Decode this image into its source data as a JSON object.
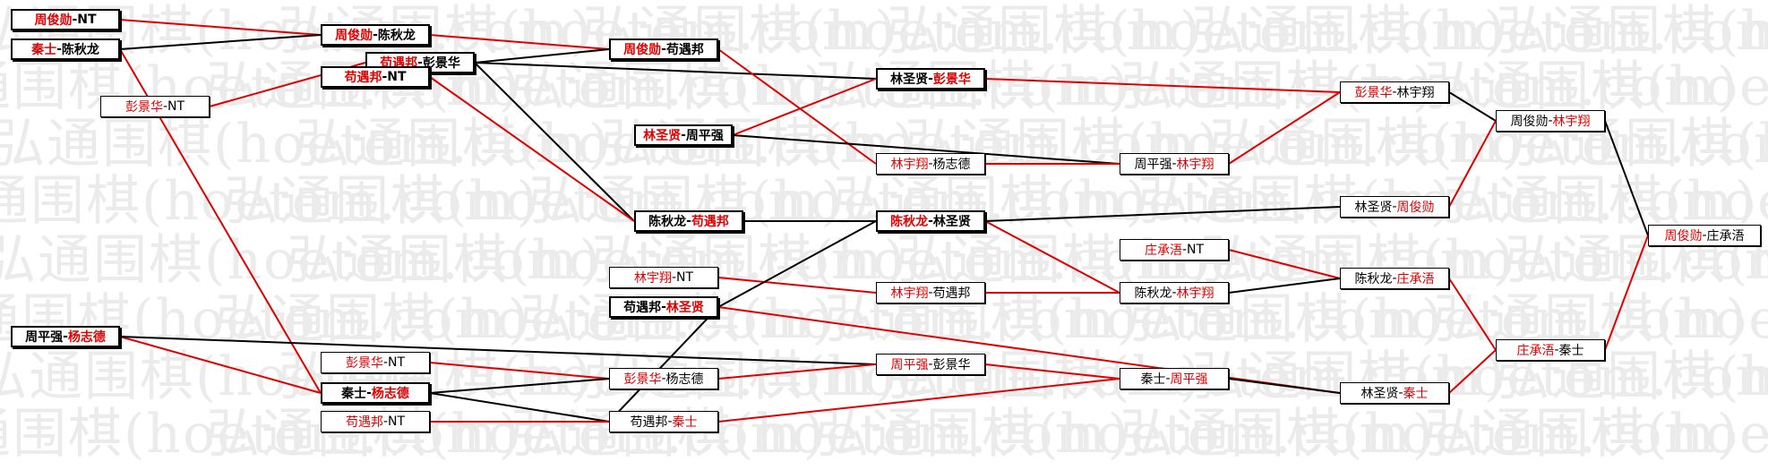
{
  "watermark_text": "弘通围棋(hoetom.com)",
  "nodes": [
    {
      "id": "r1m1",
      "a": "周俊勋",
      "b": "NT",
      "w": "a",
      "bold": true
    },
    {
      "id": "r1m2",
      "a": "秦士",
      "b": "陈秋龙",
      "w": "a",
      "bold": true
    },
    {
      "id": "r1m3",
      "a": "彭景华",
      "b": "NT",
      "w": "a",
      "bold": false
    },
    {
      "id": "r1m4",
      "a": "周平强",
      "b": "杨志德",
      "w": "b",
      "bold": true
    },
    {
      "id": "r2m1",
      "a": "周俊勋",
      "b": "陈秋龙",
      "w": "a",
      "bold": true
    },
    {
      "id": "r2m2",
      "a": "苟遇邦",
      "b": "彭景华",
      "w": "a",
      "bold": true
    },
    {
      "id": "r2m3",
      "a": "苟遇邦",
      "b": "NT",
      "w": "a",
      "bold": true
    },
    {
      "id": "r2m4",
      "a": "彭景华",
      "b": "NT",
      "w": "a",
      "bold": false
    },
    {
      "id": "r2m5",
      "a": "秦士",
      "b": "杨志德",
      "w": "b",
      "bold": true
    },
    {
      "id": "r2m6",
      "a": "苟遇邦",
      "b": "NT",
      "w": "a",
      "bold": false
    },
    {
      "id": "r3m1",
      "a": "周俊勋",
      "b": "苟遇邦",
      "w": "a",
      "bold": true
    },
    {
      "id": "r3m2",
      "a": "林圣贤",
      "b": "周平强",
      "w": "a",
      "bold": true
    },
    {
      "id": "r3m3",
      "a": "陈秋龙",
      "b": "苟遇邦",
      "w": "b",
      "bold": true
    },
    {
      "id": "r3m4",
      "a": "林宇翔",
      "b": "NT",
      "w": "a",
      "bold": false
    },
    {
      "id": "r3m5",
      "a": "苟遇邦",
      "b": "林圣贤",
      "w": "b",
      "bold": true
    },
    {
      "id": "r3m6",
      "a": "彭景华",
      "b": "杨志德",
      "w": "a",
      "bold": false
    },
    {
      "id": "r3m7",
      "a": "苟遇邦",
      "b": "秦士",
      "w": "b",
      "bold": false
    },
    {
      "id": "r4m1",
      "a": "林圣贤",
      "b": "彭景华",
      "w": "b",
      "bold": true
    },
    {
      "id": "r4m2",
      "a": "林宇翔",
      "b": "杨志德",
      "w": "a",
      "bold": false
    },
    {
      "id": "r4m3",
      "a": "陈秋龙",
      "b": "林圣贤",
      "w": "a",
      "bold": true
    },
    {
      "id": "r4m4",
      "a": "林宇翔",
      "b": "苟遇邦",
      "w": "a",
      "bold": false
    },
    {
      "id": "r4m5",
      "a": "周平强",
      "b": "彭景华",
      "w": "a",
      "bold": false
    },
    {
      "id": "r5m1",
      "a": "周平强",
      "b": "林宇翔",
      "w": "b",
      "bold": false
    },
    {
      "id": "r5m2",
      "a": "庄承浯",
      "b": "NT",
      "w": "a",
      "bold": false
    },
    {
      "id": "r5m3",
      "a": "陈秋龙",
      "b": "林宇翔",
      "w": "b",
      "bold": false
    },
    {
      "id": "r5m4",
      "a": "秦士",
      "b": "周平强",
      "w": "b",
      "bold": false
    },
    {
      "id": "r6m1",
      "a": "彭景华",
      "b": "林宇翔",
      "w": "a",
      "bold": false
    },
    {
      "id": "r6m2",
      "a": "林圣贤",
      "b": "周俊勋",
      "w": "b",
      "bold": false
    },
    {
      "id": "r6m3",
      "a": "陈秋龙",
      "b": "庄承浯",
      "w": "b",
      "bold": false
    },
    {
      "id": "r6m4",
      "a": "林圣贤",
      "b": "秦士",
      "w": "b",
      "bold": false
    },
    {
      "id": "r7m1",
      "a": "周俊勋",
      "b": "林宇翔",
      "w": "b",
      "bold": false
    },
    {
      "id": "r7m2",
      "a": "庄承浯",
      "b": "秦士",
      "w": "a",
      "bold": false
    },
    {
      "id": "r8m1",
      "a": "周俊勋",
      "b": "庄承浯",
      "w": "a",
      "bold": false
    }
  ],
  "edges": [
    {
      "from": "r1m1",
      "to": "r2m1",
      "c": "red"
    },
    {
      "from": "r1m2",
      "to": "r2m1",
      "c": "black"
    },
    {
      "from": "r1m2",
      "to": "r2m5",
      "c": "red"
    },
    {
      "from": "r1m3",
      "to": "r2m2",
      "c": "red"
    },
    {
      "from": "r1m4",
      "to": "r2m5",
      "c": "red"
    },
    {
      "from": "r1m4",
      "to": "r4m5",
      "c": "black"
    },
    {
      "from": "r2m1",
      "to": "r3m1",
      "c": "red"
    },
    {
      "from": "r2m2",
      "to": "r3m1",
      "c": "black"
    },
    {
      "from": "r2m2",
      "to": "r4m1",
      "c": "black"
    },
    {
      "from": "r2m2",
      "to": "r3m3",
      "c": "black"
    },
    {
      "from": "r2m3",
      "to": "r3m3",
      "c": "red"
    },
    {
      "from": "r2m4",
      "to": "r3m6",
      "c": "red"
    },
    {
      "from": "r2m5",
      "to": "r3m6",
      "c": "black"
    },
    {
      "from": "r2m5",
      "to": "r3m7",
      "c": "black"
    },
    {
      "from": "r2m6",
      "to": "r3m7",
      "c": "red"
    },
    {
      "from": "r3m1",
      "to": "r4m2",
      "c": "red"
    },
    {
      "from": "r3m2",
      "to": "r4m1",
      "c": "red"
    },
    {
      "from": "r3m2",
      "to": "r5m1",
      "c": "black"
    },
    {
      "from": "r3m3",
      "to": "r4m3",
      "c": "black"
    },
    {
      "from": "r3m4",
      "to": "r4m4",
      "c": "red"
    },
    {
      "from": "r3m5",
      "to": "r4m3",
      "c": "black"
    },
    {
      "from": "r3m5",
      "to": "r6m4",
      "c": "red"
    },
    {
      "from": "r3m6",
      "to": "r4m5",
      "c": "red"
    },
    {
      "from": "r3m7",
      "to": "r3m5",
      "c": "black"
    },
    {
      "from": "r3m7",
      "to": "r5m4",
      "c": "red"
    },
    {
      "from": "r4m1",
      "to": "r6m1",
      "c": "red"
    },
    {
      "from": "r4m2",
      "to": "r5m1",
      "c": "red"
    },
    {
      "from": "r4m3",
      "to": "r5m3",
      "c": "red"
    },
    {
      "from": "r4m3",
      "to": "r6m2",
      "c": "black"
    },
    {
      "from": "r4m4",
      "to": "r5m3",
      "c": "red"
    },
    {
      "from": "r4m5",
      "to": "r5m4",
      "c": "red"
    },
    {
      "from": "r5m1",
      "to": "r6m1",
      "c": "red"
    },
    {
      "from": "r5m2",
      "to": "r6m3",
      "c": "red"
    },
    {
      "from": "r5m3",
      "to": "r6m3",
      "c": "black"
    },
    {
      "from": "r5m4",
      "to": "r6m4",
      "c": "black"
    },
    {
      "from": "r6m1",
      "to": "r7m1",
      "c": "black"
    },
    {
      "from": "r6m2",
      "to": "r7m1",
      "c": "red"
    },
    {
      "from": "r6m3",
      "to": "r7m2",
      "c": "red"
    },
    {
      "from": "r6m4",
      "to": "r7m2",
      "c": "red"
    },
    {
      "from": "r7m1",
      "to": "r8m1",
      "c": "black"
    },
    {
      "from": "r7m2",
      "to": "r8m1",
      "c": "red"
    }
  ],
  "colors": {
    "winner": "#e00000",
    "loser": "#000000",
    "red_line": "#e00000",
    "black_line": "#000000",
    "watermark": "#ebebeb"
  }
}
